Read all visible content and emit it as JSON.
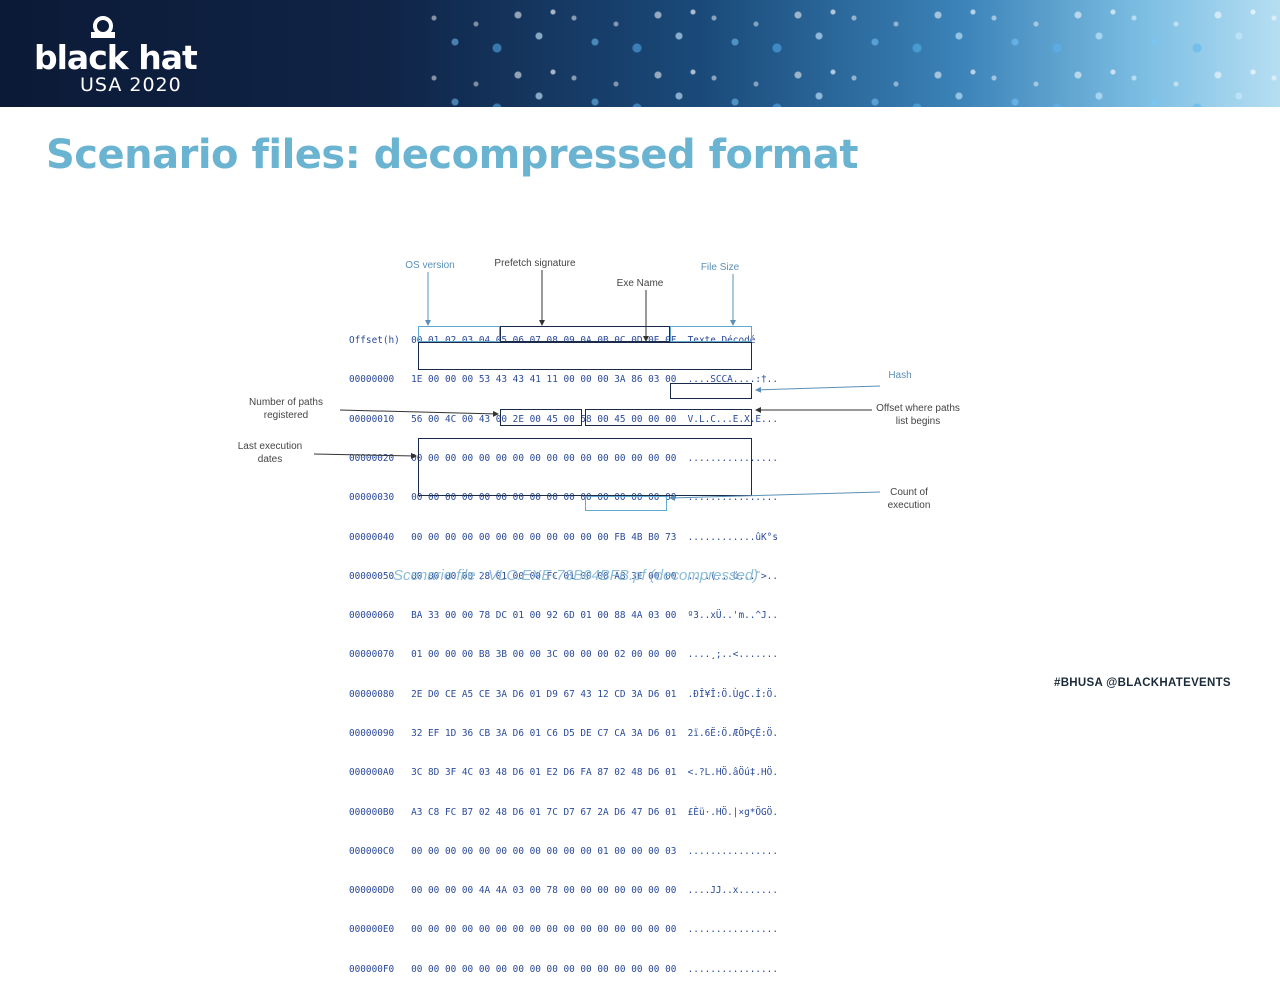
{
  "header": {
    "logo_main": "black hat",
    "logo_sub": "USA 2020"
  },
  "title": "Scenario files: decompressed format",
  "hexdump": {
    "header_line": "Offset(h)  00 01 02 03 04 05 06 07 08 09 0A 0B 0C 0D 0E 0F  Texte Décodé",
    "rows": [
      "00000000   1E 00 00 00 53 43 43 41 11 00 00 00 3A 86 03 00  ....SCCA....:†..",
      "00000010   56 00 4C 00 43 00 2E 00 45 00 58 00 45 00 00 00  V.L.C...E.X.E...",
      "00000020   00 00 00 00 00 00 00 00 00 00 00 00 00 00 00 00  ................",
      "00000030   00 00 00 00 00 00 00 00 00 00 00 00 00 00 00 00  ................",
      "00000040   00 00 00 00 00 00 00 00 00 00 00 00 FB 4B B0 73  ............ûK°s",
      "00000050   00 00 00 00 28 01 00 00 FC 01 00 00 A8 3E 00 00  ....(...ü...¨>..",
      "00000060   BA 33 00 00 78 DC 01 00 92 6D 01 00 88 4A 03 00  º3..xÜ..'m..^J..",
      "00000070   01 00 00 00 B8 3B 00 00 3C 00 00 00 02 00 00 00  ....¸;..<.......",
      "00000080   2E D0 CE A5 CE 3A D6 01 D9 67 43 12 CD 3A D6 01  .ÐÎ¥Î:Ö.ÙgC.Í:Ö.",
      "00000090   32 EF 1D 36 CB 3A D6 01 C6 D5 DE C7 CA 3A D6 01  2ï.6Ë:Ö.ÆÕÞÇÊ:Ö.",
      "000000A0   3C 8D 3F 4C 03 48 D6 01 E2 D6 FA 87 02 48 D6 01  <.?L.HÖ.âÖú‡.HÖ.",
      "000000B0   A3 C8 FC B7 02 48 D6 01 7C D7 67 2A D6 47 D6 01  £Èü·.HÖ.|×g*ÖGÖ.",
      "000000C0   00 00 00 00 00 00 00 00 00 00 00 01 00 00 00 03  ................",
      "000000D0   00 00 00 00 4A 4A 03 00 78 00 00 00 00 00 00 00  ....JJ..x.......",
      "000000E0   00 00 00 00 00 00 00 00 00 00 00 00 00 00 00 00  ................",
      "000000F0   00 00 00 00 00 00 00 00 00 00 00 00 00 00 00 00  ................"
    ]
  },
  "labels": {
    "os_version": "OS version",
    "prefetch_signature": "Prefetch signature",
    "exe_name": "Exe Name",
    "file_size": "File Size",
    "hash": "Hash",
    "number_of_paths": "Number of paths registered",
    "offset_where": "Offset where paths list begins",
    "last_execution": "Last execution dates",
    "count_of_execution": "Count of execution"
  },
  "caption": "Scenario file : VLC.EXE-73B04BFB.pf (decompressed)",
  "footer": "#BHUSA   @BLACKHATEVENTS",
  "colors": {
    "title": "#6ab4d2",
    "hex_text": "#2a4a9a",
    "box": "#1a2a4a"
  }
}
